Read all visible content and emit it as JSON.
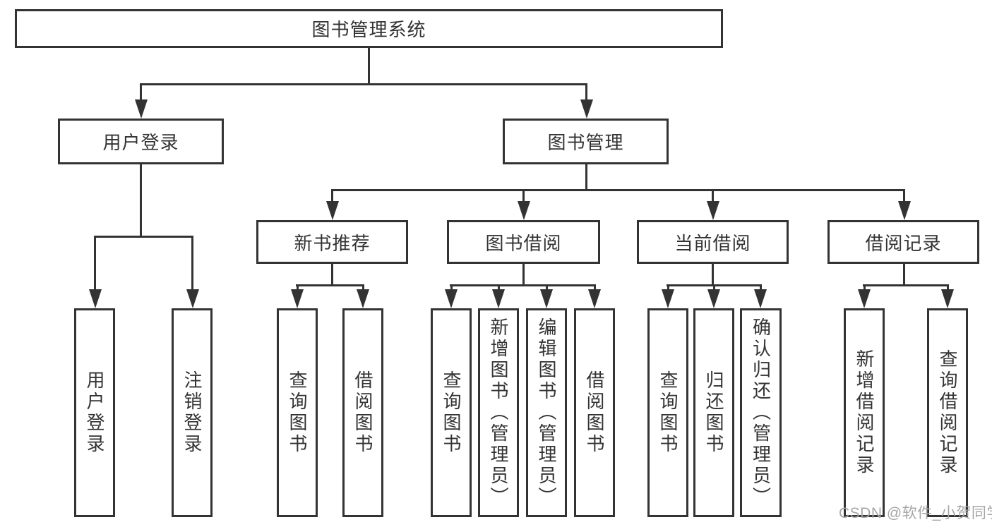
{
  "diagram_title": "图书管理系统",
  "tree": {
    "label": "图书管理系统",
    "children": [
      {
        "label": "用户登录",
        "children": [
          {
            "label": "用户登录"
          },
          {
            "label": "注销登录"
          }
        ]
      },
      {
        "label": "图书管理",
        "children": [
          {
            "label": "新书推荐",
            "children": [
              {
                "label": "查询图书"
              },
              {
                "label": "借阅图书"
              }
            ]
          },
          {
            "label": "图书借阅",
            "children": [
              {
                "label": "查询图书"
              },
              {
                "label": "新增图书（管理员）"
              },
              {
                "label": "编辑图书（管理员）"
              },
              {
                "label": "借阅图书"
              }
            ]
          },
          {
            "label": "当前借阅",
            "children": [
              {
                "label": "查询图书"
              },
              {
                "label": "归还图书"
              },
              {
                "label": "确认归还（管理员）"
              }
            ]
          },
          {
            "label": "借阅记录",
            "children": [
              {
                "label": "新增借阅记录"
              },
              {
                "label": "查询借阅记录"
              }
            ]
          }
        ]
      }
    ]
  },
  "watermark": "CSDN @软件_小贺同学",
  "colors": {
    "line": "#333333",
    "text": "#333333",
    "watermark_gray": "#a6a6a6",
    "background": "#ffffff"
  }
}
